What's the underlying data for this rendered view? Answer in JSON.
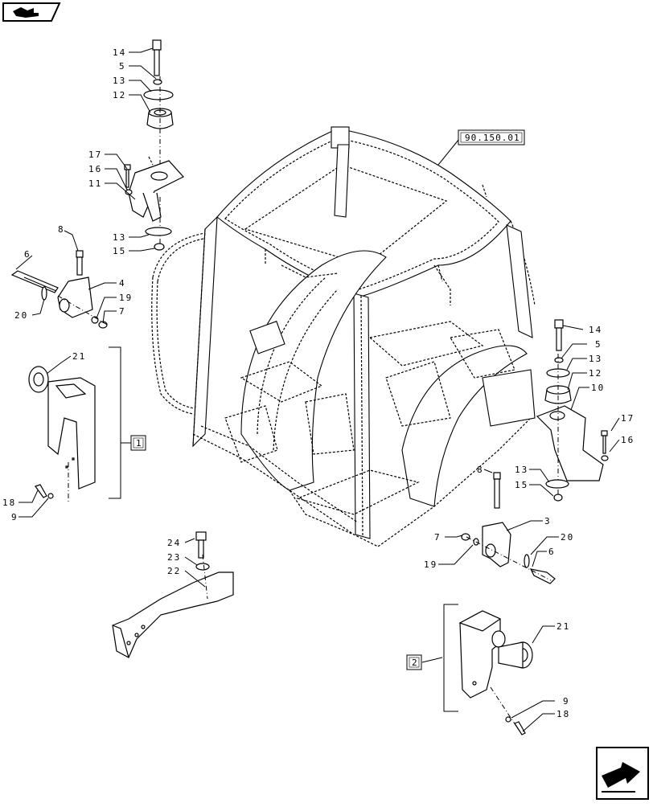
{
  "nav": {
    "top_icon": "book-arrow-icon",
    "bottom_icon": "next-page-arrow-icon"
  },
  "reference_box": "90.150.01",
  "group_boxes": {
    "group1": "1",
    "group2": "2"
  },
  "callouts": {
    "top_14": "14",
    "top_5": "5",
    "top_13": "13",
    "top_12": "12",
    "tl_17": "17",
    "tl_16": "16",
    "tl_11": "11",
    "tl_13b": "13",
    "tl_15": "15",
    "l_8": "8",
    "l_6": "6",
    "l_4": "4",
    "l_19": "19",
    "l_20": "20",
    "l_7": "7",
    "l_21": "21",
    "l_18": "18",
    "l_9": "9",
    "r_14": "14",
    "r_5": "5",
    "r_13": "13",
    "r_12": "12",
    "r_10": "10",
    "r_17": "17",
    "r_16": "16",
    "r_13b": "13",
    "r_15": "15",
    "m_8": "8",
    "m_3": "3",
    "m_7": "7",
    "m_20": "20",
    "m_19": "19",
    "m_6": "6",
    "b_24": "24",
    "b_23": "23",
    "b_22": "22",
    "br_21": "21",
    "br_9": "9",
    "br_18": "18"
  }
}
